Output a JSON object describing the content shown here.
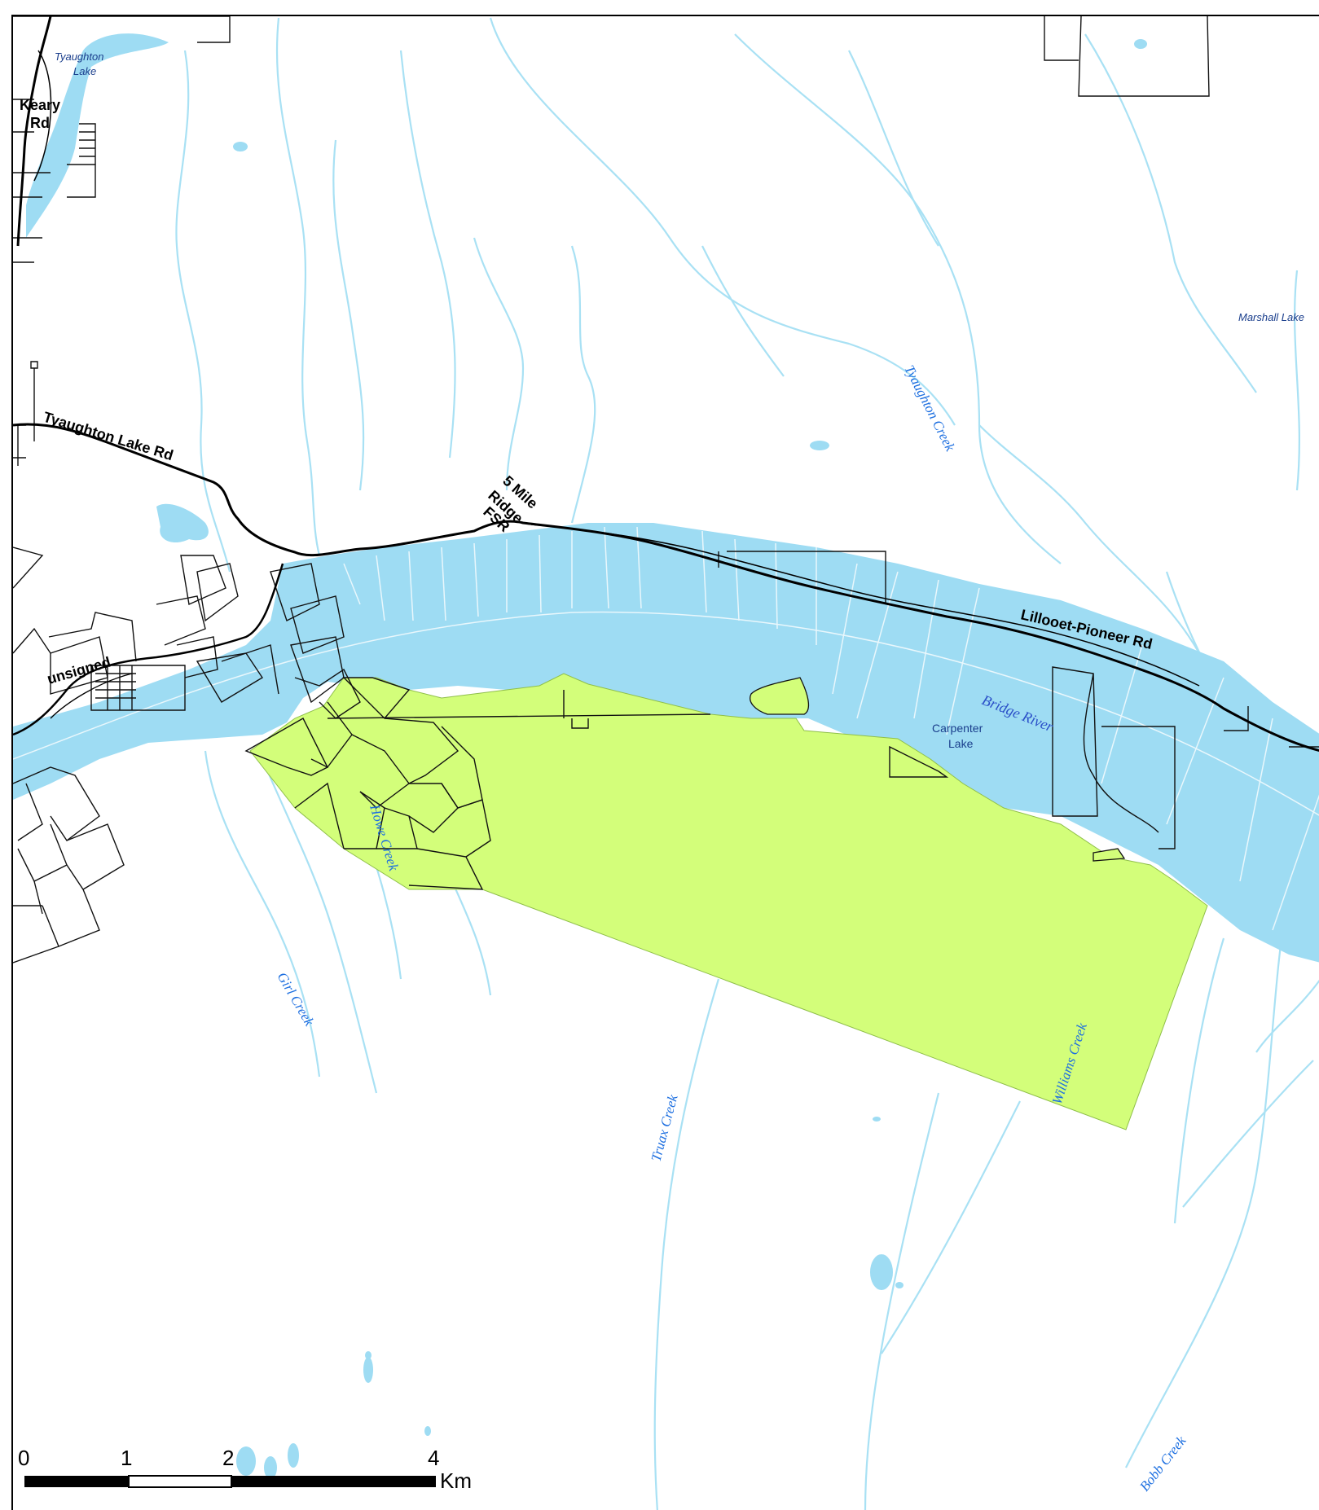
{
  "map": {
    "colors": {
      "water": "#9edcf3",
      "stream": "#a9e1f4",
      "highlight_area": "#d3fe7a",
      "parcel_line": "#111111",
      "road": "#000000",
      "background": "#ffffff"
    },
    "roads": {
      "tyaughton_lake_rd": "Tyaughton Lake Rd",
      "lillooet_pioneer_rd": "Lillooet-Pioneer Rd",
      "five_mile_ridge_1": "5 Mile",
      "five_mile_ridge_2": "Ridge",
      "five_mile_ridge_3": "FSR",
      "keary_rd_1": "Keary",
      "keary_rd_2": "Rd",
      "unsigned": "unsigned"
    },
    "water_bodies": {
      "tyaughton_lake_1": "Tyaughton",
      "tyaughton_lake_2": "Lake",
      "marshall_lake": "Marshall Lake",
      "carpenter_lake_1": "Carpenter",
      "carpenter_lake_2": "Lake",
      "bridge_river": "Bridge River"
    },
    "creeks": {
      "tyaughton_creek": "Tyaughton Creek",
      "howe_creek": "Howe Creek",
      "girl_creek": "Girl Creek",
      "truax_creek": "Truax Creek",
      "williams_creek": "Williams Creek",
      "bobb_creek": "Bobb Creek"
    },
    "scale_bar": {
      "labels": [
        "0",
        "1",
        "2",
        "4"
      ],
      "unit": "Km"
    }
  }
}
